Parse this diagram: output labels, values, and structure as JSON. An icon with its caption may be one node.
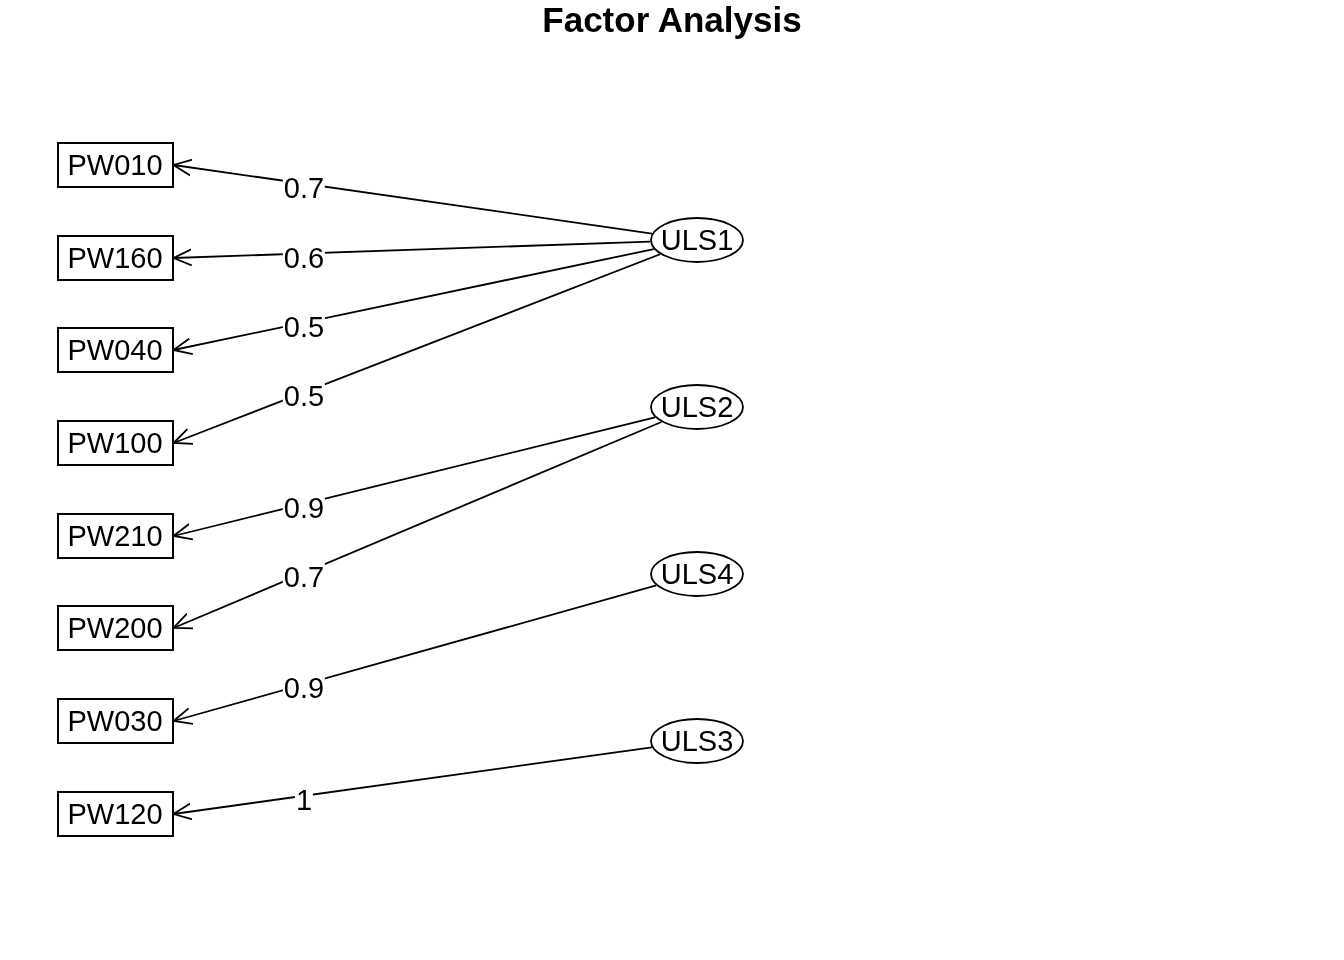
{
  "diagram": {
    "title": "Factor Analysis",
    "nodes": [
      {
        "text": [
          "PW010"
        ]
      },
      {
        "text": [
          "PW160"
        ]
      },
      {
        "text": [
          "PW040"
        ]
      },
      {
        "text": [
          "PW100"
        ]
      },
      {
        "text": [
          "PW210"
        ]
      },
      {
        "text": [
          "PW200"
        ]
      },
      {
        "text": [
          "PW030"
        ]
      },
      {
        "text": [
          "PW120"
        ]
      },
      {
        "text": [
          "ULS1"
        ]
      },
      {
        "text": [
          "ULS2"
        ]
      },
      {
        "text": [
          "ULS4"
        ]
      },
      {
        "text": [
          "ULS3"
        ]
      }
    ],
    "edges": [
      {
        "from": 8,
        "to": 0,
        "arrow": "to",
        "label": "0.7"
      },
      {
        "from": 8,
        "to": 1,
        "arrow": "to",
        "label": "0.6"
      },
      {
        "from": 8,
        "to": 2,
        "arrow": "to",
        "label": "0.5"
      },
      {
        "from": 8,
        "to": 3,
        "arrow": "to",
        "label": "0.5"
      },
      {
        "from": 9,
        "to": 4,
        "arrow": "to",
        "label": "0.9"
      },
      {
        "from": 9,
        "to": 5,
        "arrow": "to",
        "label": "0.7"
      },
      {
        "from": 10,
        "to": 6,
        "arrow": "to",
        "label": "0.9"
      },
      {
        "from": 11,
        "to": 7,
        "arrow": "to",
        "label": "1"
      }
    ]
  }
}
